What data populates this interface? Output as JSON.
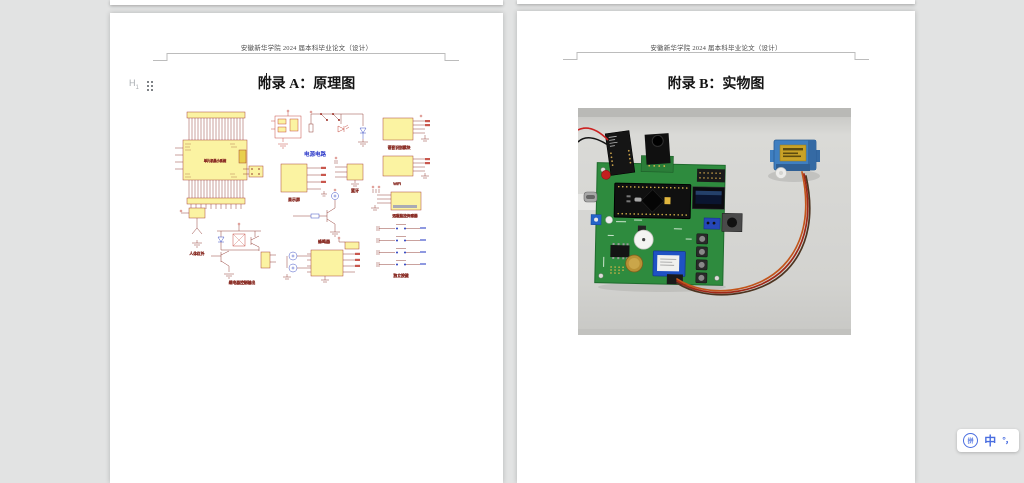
{
  "window": {
    "background_color": "#e2e3e3",
    "ime_bar": {
      "pinyin_badge": "拼",
      "language_mode": "中",
      "punctuation_icon": "°，"
    }
  },
  "document": {
    "header_text": "安徽新华学院 2024 届本科毕业论文（设计）",
    "pages": [
      {
        "title": "附录 A：原理图"
      },
      {
        "title": "附录 B：实物图"
      }
    ]
  },
  "editor_controls": {
    "heading_badge_letter": "H",
    "heading_badge_level": "1",
    "drag_handle_icon": "six-dot-grid"
  },
  "schematic_labels": {
    "power_circuit": "电源电路",
    "mcu_system": "单片机最小系统",
    "display": "显示屏",
    "bluetooth": "蓝牙",
    "buzzer": "蜂鸣器",
    "ir_sensor": "人体红外",
    "relay_output": "继电器控制输出",
    "voice_module": "语音识别模块",
    "wifi": "WiFi",
    "monitor_sensor": "远程监控传感器",
    "keys": "独立按键"
  },
  "colors": {
    "schematic_block": "#fbf3a2",
    "schematic_wire": "#8b2f27",
    "schematic_accent_blue": "#2b3fbf",
    "pcb_green": "#2e8b3e",
    "servo_blue": "#3f7fc1",
    "ime_blue": "#4a6ee0"
  }
}
